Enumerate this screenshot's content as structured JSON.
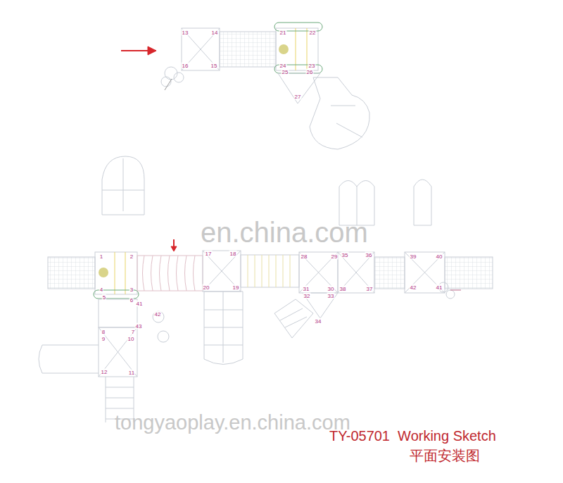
{
  "diagram": {
    "title": "TY-05701  Working Sketch",
    "caption": "平面安装图",
    "labels": [
      "13",
      "14",
      "21",
      "22",
      "16",
      "15",
      "24",
      "23",
      "25",
      "26",
      "27",
      "en.china.com",
      "1",
      "2",
      "17",
      "18",
      "28",
      "29",
      "35",
      "36",
      "39",
      "40",
      "4",
      "3",
      "20",
      "19",
      "31",
      "30",
      "38",
      "37",
      "42",
      "41",
      "5",
      "6",
      "41",
      "32",
      "33",
      "42",
      "34",
      "43",
      "8",
      "7",
      "9",
      "10",
      "12",
      "11",
      "tongyaoplay.en.china.com"
    ]
  }
}
